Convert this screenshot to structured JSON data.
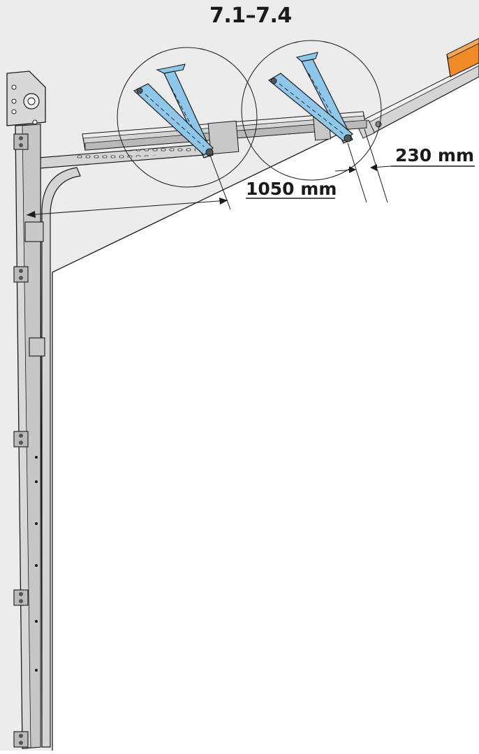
{
  "title": "7.1–7.4",
  "dimensions": {
    "rail_spacing": "230 mm",
    "bracket_distance": "1050 mm"
  },
  "colors": {
    "background": "#ffffff",
    "ceiling": "#ececec",
    "rail": "#d4d4d4",
    "rail_shade": "#b9b9b9",
    "bracket_blue": "#8fc7ea",
    "opener_rail_orange": "#f08a24",
    "line": "#1a1a1a"
  }
}
